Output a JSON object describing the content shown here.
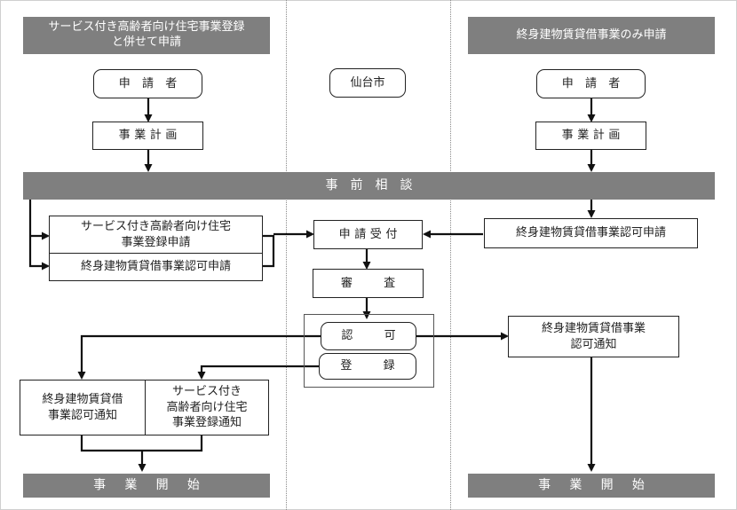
{
  "header_left": "サービス付き高齢者向け住宅事業登録\nと併せて申請",
  "header_center": "仙台市",
  "header_right": "終身建物賃貸借事業のみ申請",
  "left": {
    "applicant": "申 請 者",
    "plan": "事業計画",
    "app_sakoju": "サービス付き高齢者向け住宅\n事業登録申請",
    "app_shushin": "終身建物賃貸借事業認可申請",
    "notice_shushin": "終身建物賃貸借\n事業認可通知",
    "notice_sakoju": "サービス付き\n高齢者向け住宅\n事業登録通知",
    "start": "事 業 開 始"
  },
  "consultation": "事　前　相　談",
  "center": {
    "receipt": "申請受付",
    "review": "審 査",
    "approval": "認 可",
    "registration": "登 録"
  },
  "right": {
    "applicant": "申 請 者",
    "plan": "事業計画",
    "application": "終身建物賃貸借事業認可申請",
    "notice": "終身建物賃貸借事業\n認可通知",
    "start": "事 業 開 始"
  }
}
